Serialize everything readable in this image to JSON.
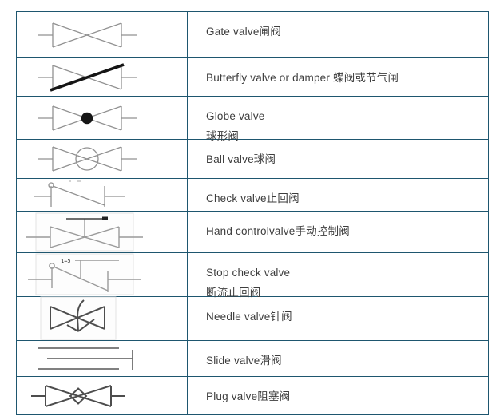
{
  "table": {
    "border_color": "#1e566f",
    "text_color": "#3d3d3d",
    "symbol_gray": "#919191",
    "symbol_dark": "#4d4d4d",
    "rows": [
      {
        "symbol": "gate-valve-symbol",
        "lines": [
          "Gate valve闸阀"
        ]
      },
      {
        "symbol": "butterfly-valve-symbol",
        "lines": [
          "Butterfly valve or damper 蝶阀或节气闸"
        ]
      },
      {
        "symbol": "globe-valve-symbol",
        "lines": [
          "Globe valve",
          "球形阀"
        ]
      },
      {
        "symbol": "ball-valve-symbol",
        "lines": [
          "Ball valve球阀"
        ]
      },
      {
        "symbol": "check-valve-symbol",
        "lines": [
          "Check valve止回阀"
        ]
      },
      {
        "symbol": "hand-control-valve-symbol",
        "lines": [
          "Hand controlvalve手动控制阀"
        ]
      },
      {
        "symbol": "stop-check-valve-symbol",
        "lines": [
          "Stop check valve",
          "断流止回阀"
        ],
        "annotation": "1=5"
      },
      {
        "symbol": "needle-valve-symbol",
        "lines": [
          "Needle valve针阀"
        ]
      },
      {
        "symbol": "slide-valve-symbol",
        "lines": [
          "Slide valve滑阀"
        ]
      },
      {
        "symbol": "plug-valve-symbol",
        "lines": [
          "Plug valve阻塞阀"
        ]
      }
    ]
  }
}
